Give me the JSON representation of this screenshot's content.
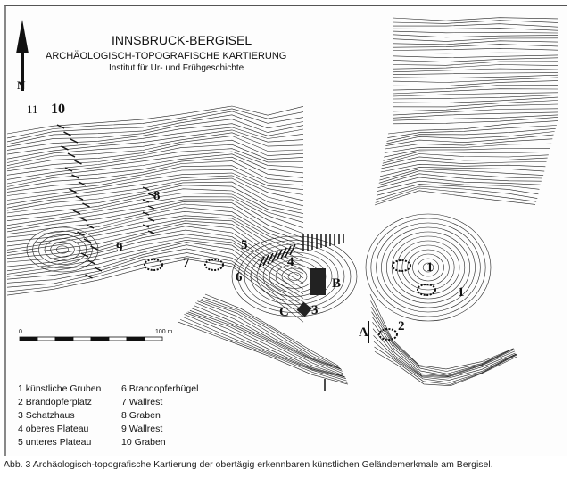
{
  "title": "INNSBRUCK-BERGISEL",
  "subtitle": "ARCHÄOLOGISCH-TOPOGRAFISCHE KARTIERUNG",
  "institute": "Institut für Ur- und Frühgeschichte",
  "north_label": "N",
  "scale": {
    "start": "0",
    "end": "100 m"
  },
  "map_labels": [
    "11",
    "10",
    "9",
    "8",
    "7",
    "6",
    "5",
    "4",
    "B",
    "C",
    "3",
    "A",
    "2",
    "1",
    "1"
  ],
  "legend_left": [
    "1 künstliche Gruben",
    "2 Brandopferplatz",
    "3 Schatzhaus",
    "4 oberes Plateau",
    "5 unteres Plateau"
  ],
  "legend_right": [
    "6 Brandopferhügel",
    "7 Wallrest",
    "8 Graben",
    "9 Wallrest",
    "10 Graben"
  ],
  "caption": "Abb. 3 Archäologisch-topografische Kartierung der obertägig erkennbaren künstlichen Geländemerkmale am Bergisel."
}
